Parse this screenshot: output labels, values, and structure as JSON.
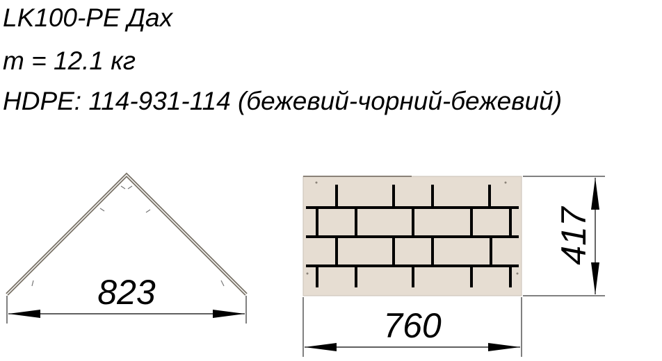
{
  "header": {
    "title": "LK100-PE Дах",
    "mass": "m = 12.1 кг",
    "material": "HDPE: 114-931-114 (бежевий-чорний-бежевий)"
  },
  "dimensions": {
    "span": "823",
    "panel_width": "760",
    "panel_height": "417"
  },
  "colors": {
    "panel_fill": "#e6ddd2",
    "profile_stroke": "#7a7368",
    "line": "#000000"
  }
}
